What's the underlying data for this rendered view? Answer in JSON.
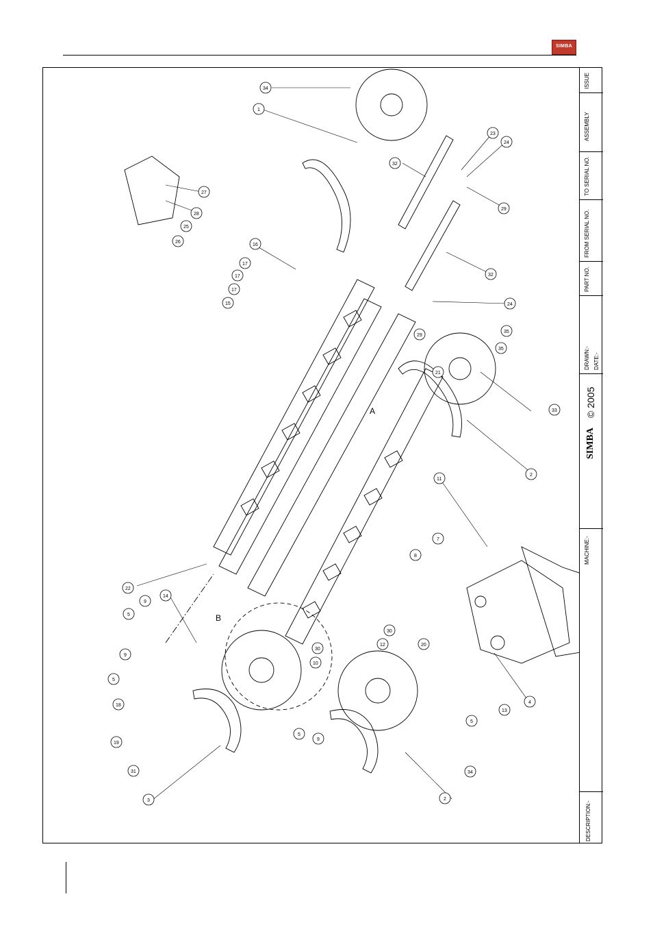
{
  "header": {
    "logo_text": "SIMBA"
  },
  "title_block": {
    "issue": "ISSUE",
    "assembly": "ASSEMBLY",
    "to_serial": "TO SERIAL NO.",
    "from_serial": "FROM SERIAL NO.",
    "part_no": "PART NO.",
    "drawn": "DRAWN:-",
    "date": "DATE:-",
    "copyright": "© 2005",
    "brand": "SIMBA",
    "machine": "MACHINE:-",
    "description": "DESCRIPTION:-"
  },
  "drawing": {
    "section_labels": [
      "A",
      "B"
    ],
    "callouts": [
      "34",
      "1",
      "23",
      "24",
      "32",
      "27",
      "28",
      "29",
      "25",
      "26",
      "16",
      "17",
      "17",
      "17",
      "15",
      "32",
      "24",
      "35",
      "29",
      "35",
      "21",
      "33",
      "2",
      "11",
      "7",
      "8",
      "22",
      "14",
      "9",
      "5",
      "9",
      "5",
      "18",
      "19",
      "31",
      "3",
      "30",
      "12",
      "20",
      "10",
      "5",
      "9",
      "30",
      "5",
      "13",
      "4",
      "34",
      "2"
    ]
  }
}
